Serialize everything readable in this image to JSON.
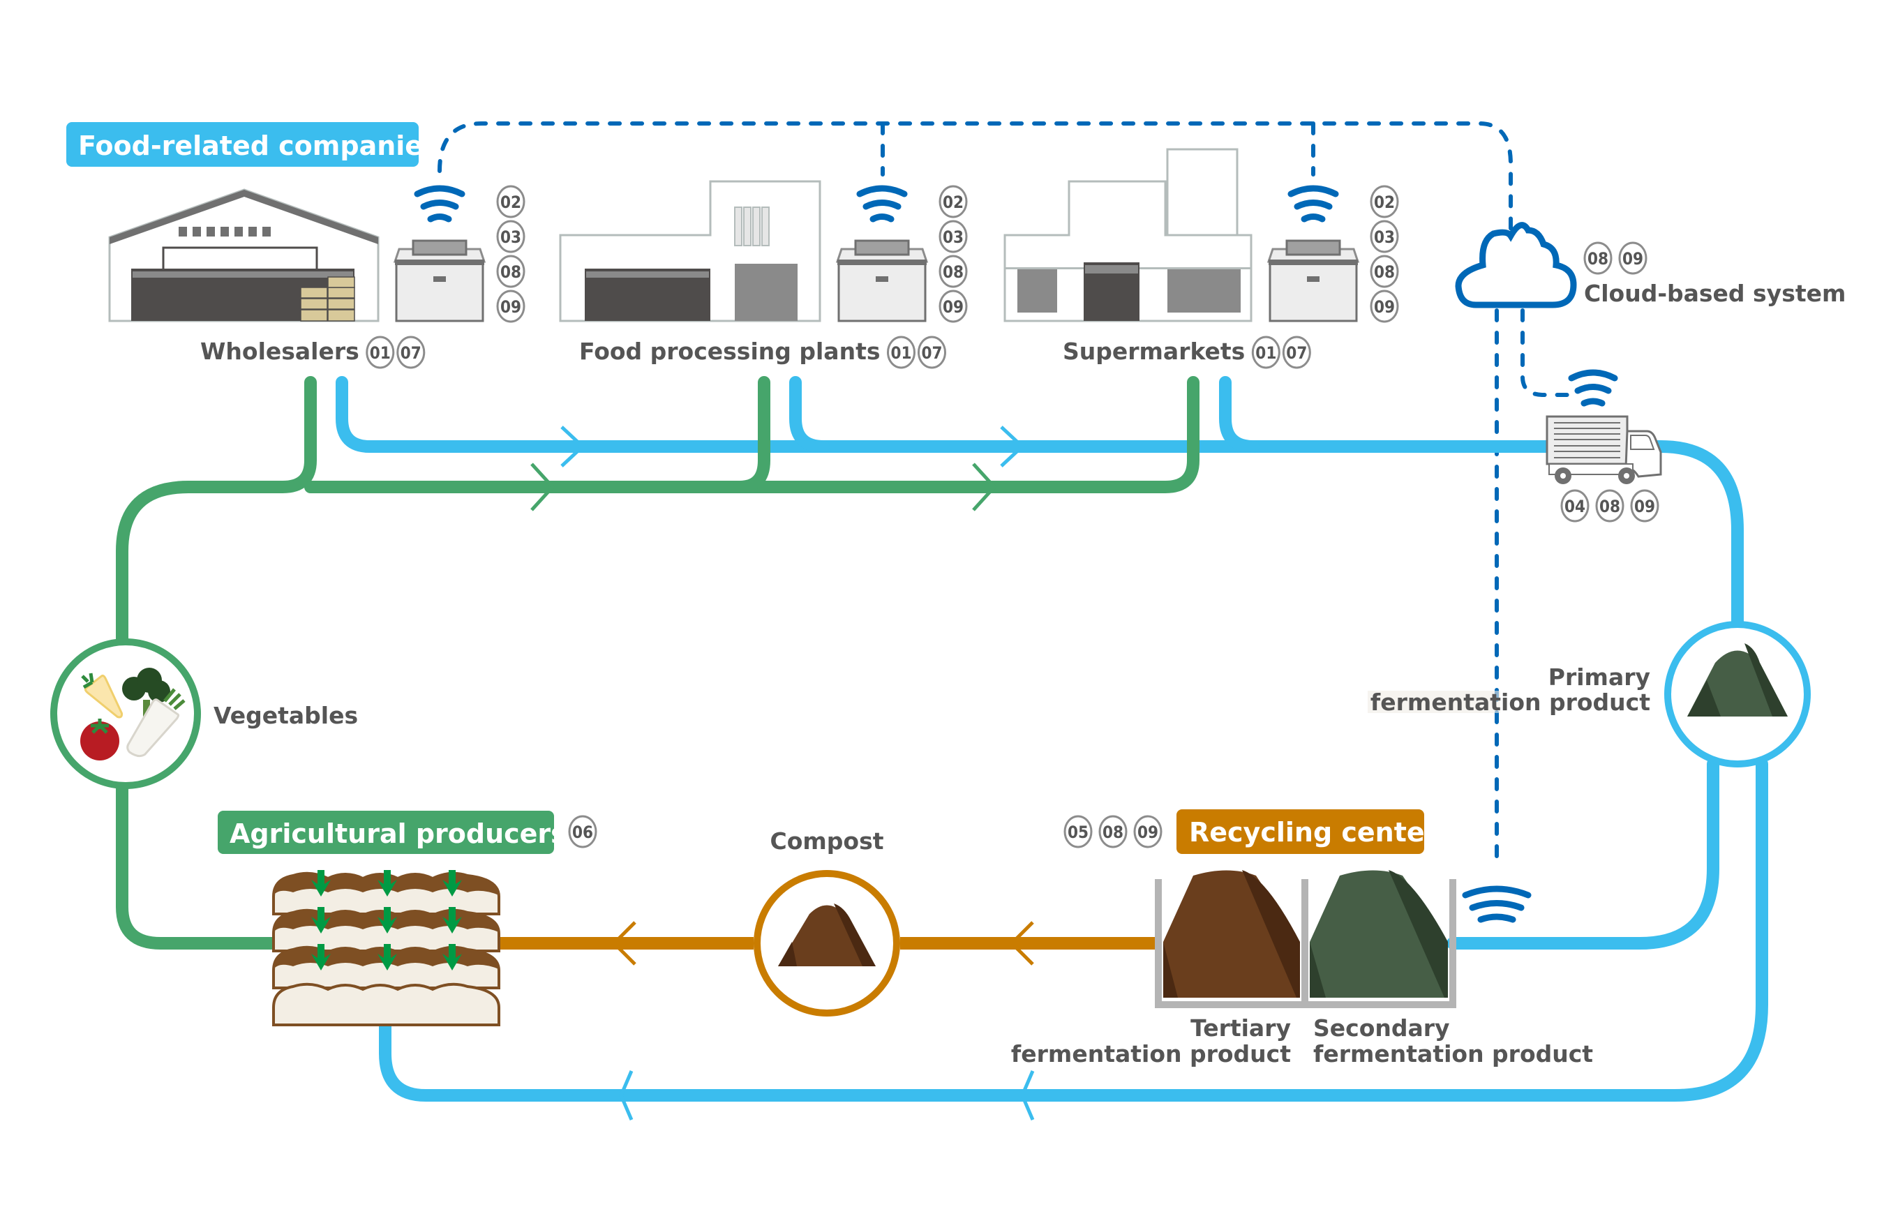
{
  "colors": {
    "food_companies": "#3bbdee",
    "agricultural": "#46a56b",
    "recycling": "#c97c00",
    "network": "#0068b7",
    "text": "#555555"
  },
  "sections": {
    "food_companies": {
      "label": "Food-related companies"
    },
    "agricultural": {
      "label": "Agricultural producers",
      "badges": [
        "06"
      ]
    },
    "recycling": {
      "label": "Recycling center",
      "badges": [
        "05",
        "08",
        "09"
      ]
    }
  },
  "facilities": [
    {
      "label": "Wholesalers",
      "badges": [
        "01",
        "07"
      ],
      "bin_badges": [
        "02",
        "03",
        "08",
        "09"
      ]
    },
    {
      "label": "Food processing plants",
      "badges": [
        "01",
        "07"
      ],
      "bin_badges": [
        "02",
        "03",
        "08",
        "09"
      ]
    },
    {
      "label": "Supermarkets",
      "badges": [
        "01",
        "07"
      ],
      "bin_badges": [
        "02",
        "03",
        "08",
        "09"
      ]
    }
  ],
  "cloud": {
    "label": "Cloud-based system",
    "badges": [
      "08",
      "09"
    ]
  },
  "truck": {
    "badges": [
      "04",
      "08",
      "09"
    ]
  },
  "nodes": {
    "vegetables": "Vegetables",
    "compost": "Compost",
    "primary": [
      "Primary",
      "fermentation product"
    ],
    "tertiary": [
      "Tertiary",
      "fermentation product"
    ],
    "secondary": [
      "Secondary",
      "fermentation product"
    ]
  }
}
